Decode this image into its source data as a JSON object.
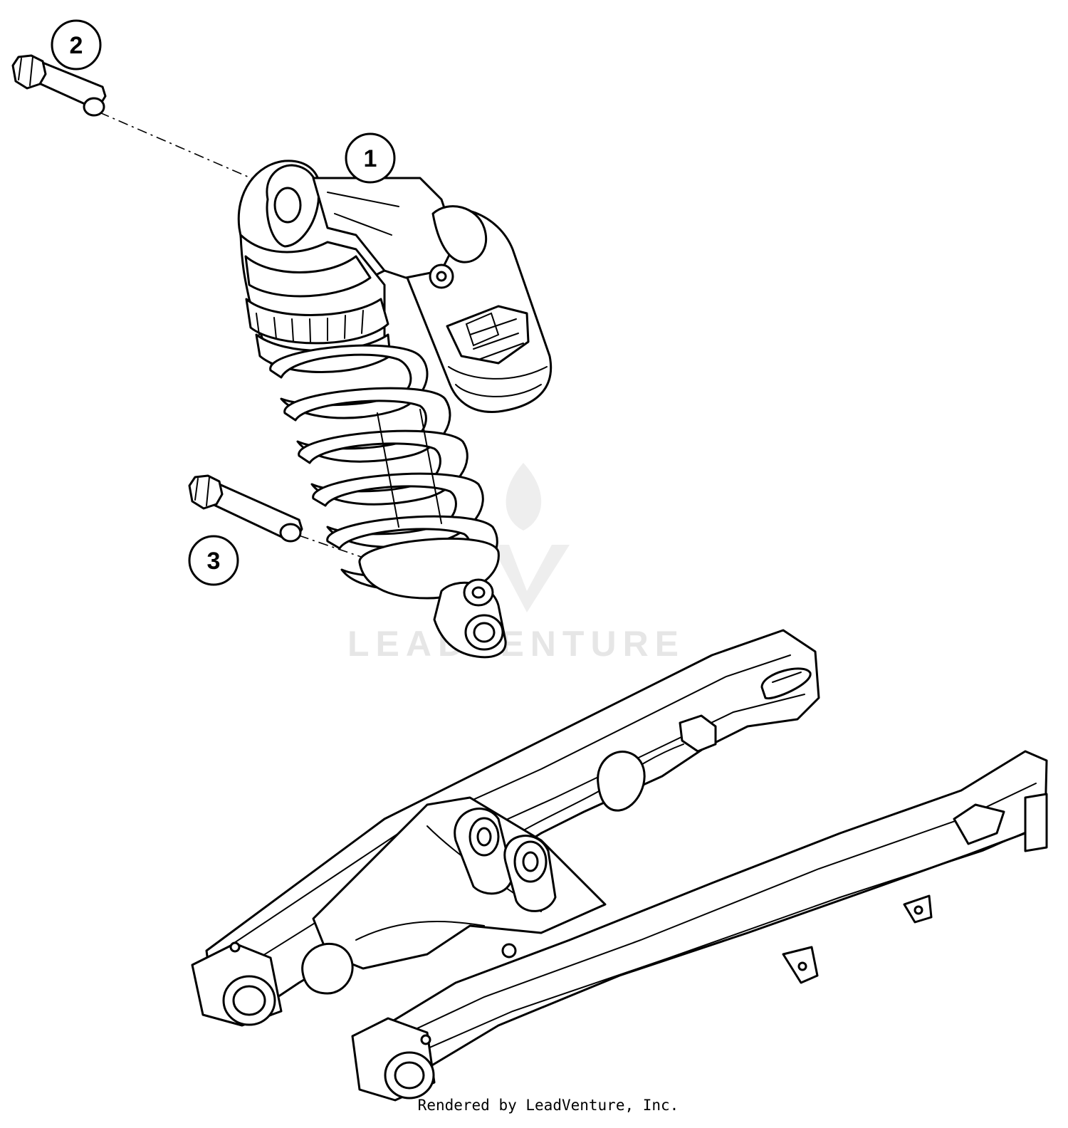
{
  "callouts": [
    {
      "number": "1",
      "part": "shock-absorber"
    },
    {
      "number": "2",
      "part": "upper-mounting-bolt"
    },
    {
      "number": "3",
      "part": "lower-mounting-bolt"
    }
  ],
  "watermark": {
    "text": "LEADVENTURE"
  },
  "footer": {
    "credit": "Rendered by LeadVenture, Inc."
  }
}
